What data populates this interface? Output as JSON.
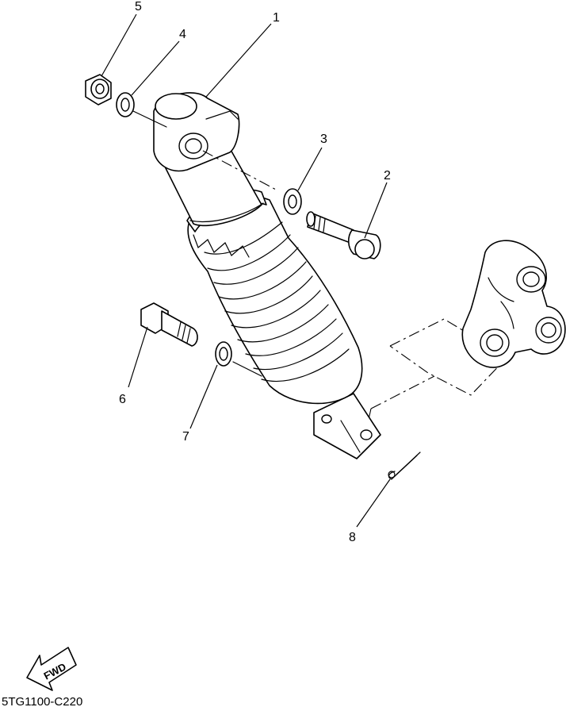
{
  "callouts": [
    {
      "id": "1",
      "label": "1"
    },
    {
      "id": "2",
      "label": "2"
    },
    {
      "id": "3",
      "label": "3"
    },
    {
      "id": "4",
      "label": "4"
    },
    {
      "id": "5",
      "label": "5"
    },
    {
      "id": "6",
      "label": "6"
    },
    {
      "id": "7",
      "label": "7"
    },
    {
      "id": "8",
      "label": "8"
    }
  ],
  "direction_label": "FWD",
  "diagram_code": "5TG1100-C220"
}
